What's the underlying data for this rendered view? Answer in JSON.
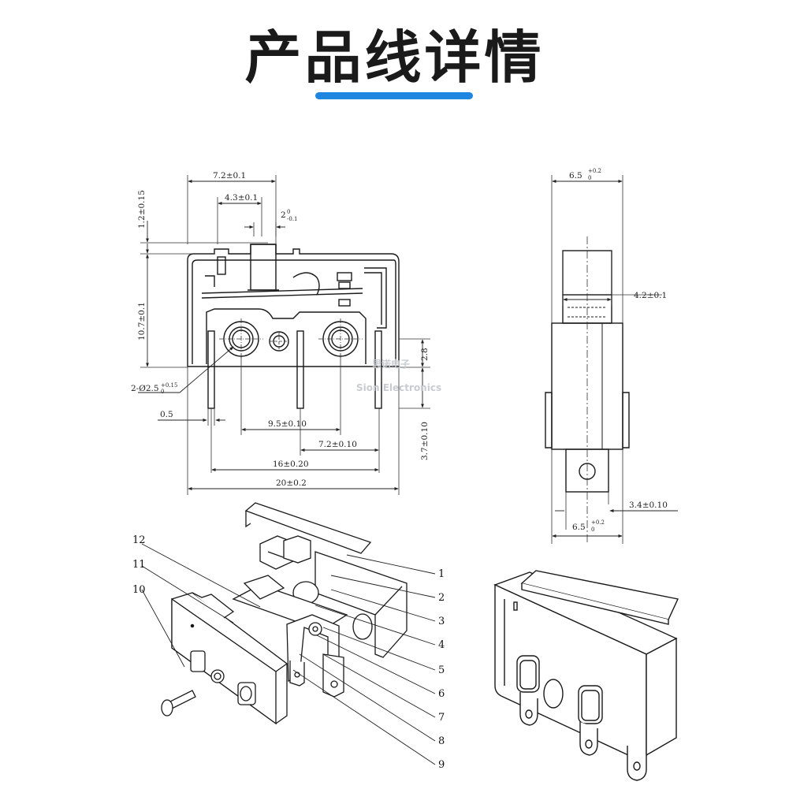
{
  "title": "产品线详情",
  "accent_color": "#1f86e0",
  "watermark": {
    "line1": "思诺电子",
    "line2": "Sion Electronics"
  },
  "front_view": {
    "dim_top_width": "7.2±0.1",
    "dim_lever_offset": "4.3±0.1",
    "dim_lever_width": {
      "main": "2",
      "sup": "0",
      "sub": "-0.1"
    },
    "dim_top_gap": "1.2±0.15",
    "dim_body_height": "10.7±0.1",
    "dim_hole_offset": "2.8",
    "dim_hole_dia": {
      "main": "2-Ø2.5",
      "sup": "+0.15",
      "sub": "0"
    },
    "dim_pin_width": "0.5",
    "dim_hole_pitch": "9.5±0.10",
    "dim_pin_length": "3.7±0.10",
    "dim_pin_pitch_right": "7.2±0.10",
    "dim_pin_span": "16±0.20",
    "dim_total_width": "20±0.2"
  },
  "side_view": {
    "dim_top": {
      "main": "6.5",
      "sup": "+0.2",
      "sub": "0"
    },
    "dim_actuator": "4.2±0.1",
    "dim_terminal": "3.4±0.10",
    "dim_bottom": {
      "main": "6.5",
      "sup": "+0.2",
      "sub": "0"
    }
  },
  "exploded_view": {
    "callouts": [
      "1",
      "2",
      "3",
      "4",
      "5",
      "6",
      "7",
      "8",
      "9",
      "10",
      "11",
      "12"
    ]
  }
}
